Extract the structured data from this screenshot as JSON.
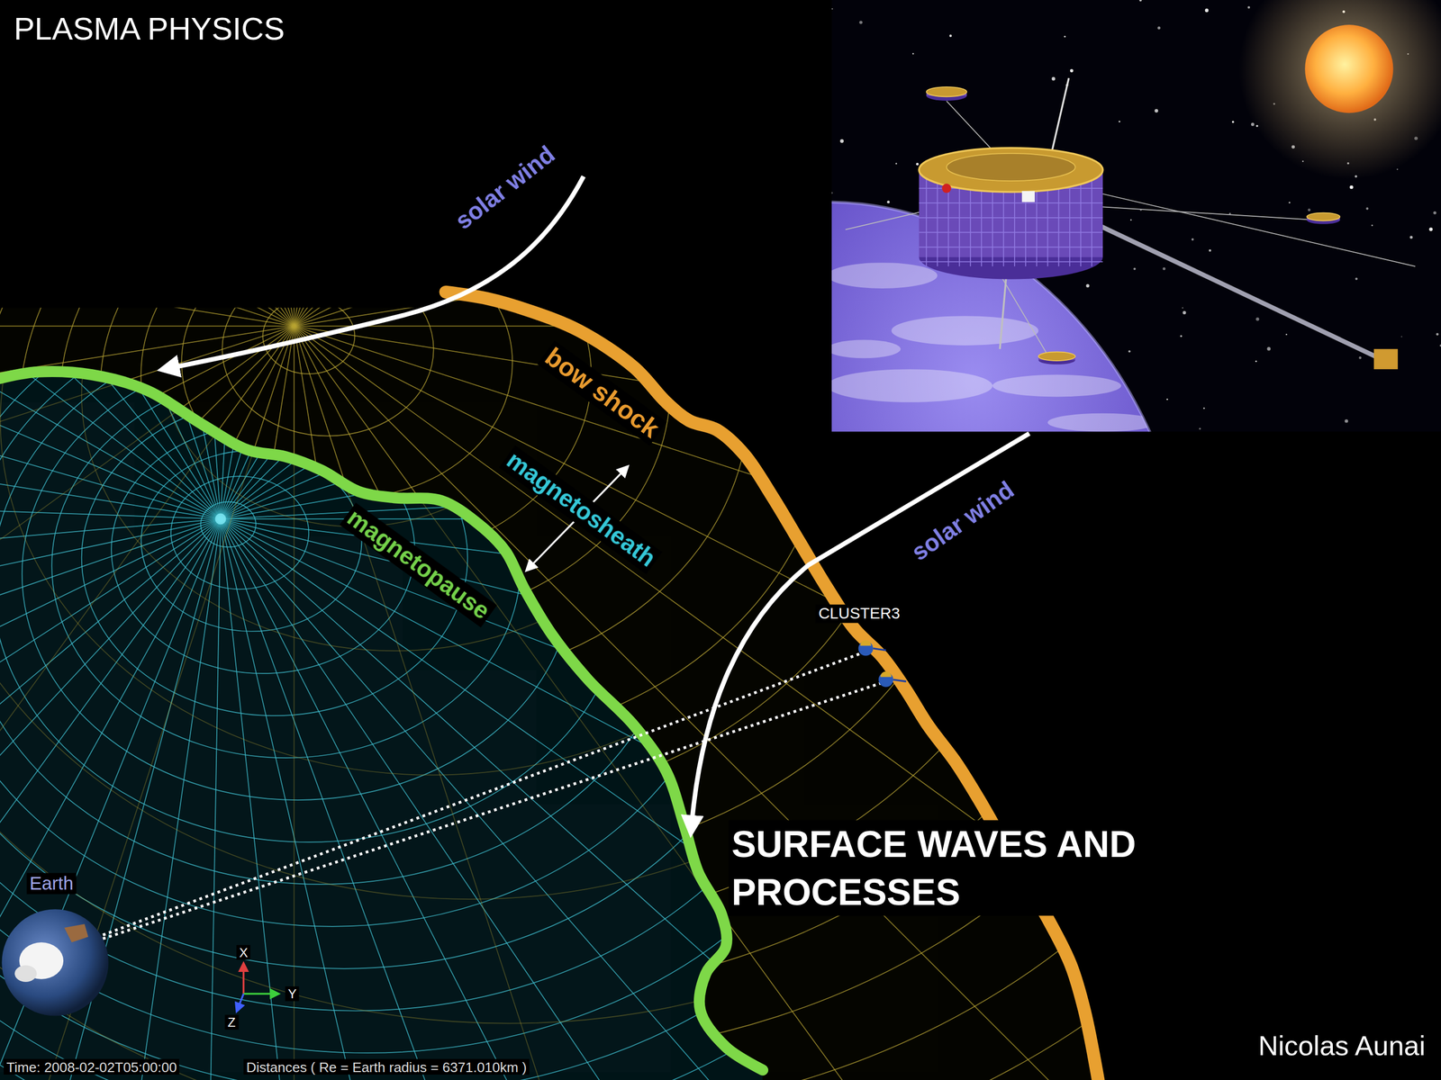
{
  "diagram": {
    "title": "PLASMA PHYSICS",
    "labels": [
      "solar wind",
      "bow shock",
      "magnetosheath",
      "magnetopause",
      "solar wind",
      "CLUSTER3",
      "SURFACE WAVES AND PROCESSES",
      "Earth",
      "X",
      "Y",
      "Z",
      "Time: 2008-02-02T05:00:00",
      "Distances ( Re = Earth radius = 6371.010km )",
      "Nicolas Aunai"
    ]
  }
}
